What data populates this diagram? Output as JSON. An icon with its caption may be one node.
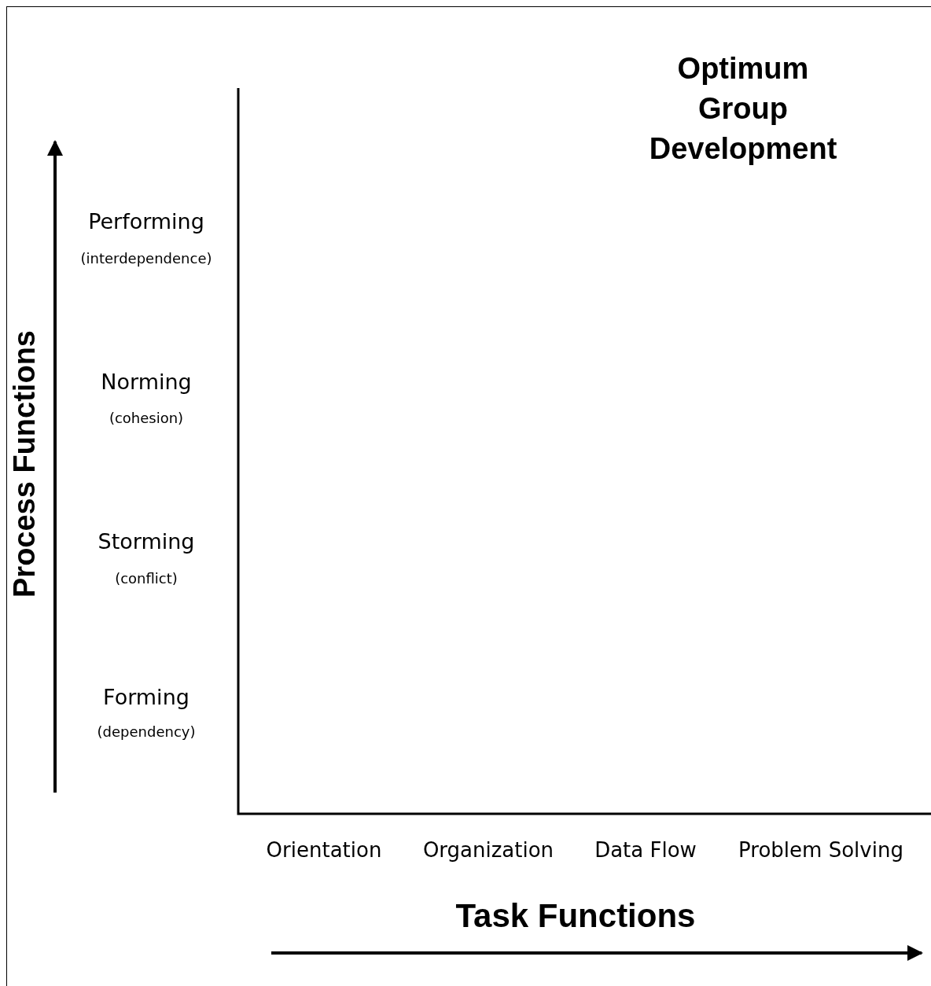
{
  "diagram": {
    "title": "Optimum Group Development",
    "labels": [
      "Process Functions",
      "Performing",
      "(interdependence)",
      "Norming",
      "(cohesion)",
      "Storming",
      "(conflict)",
      "Forming",
      "(dependency)",
      "Orientation",
      "Organization",
      "Data Flow",
      "Problem Solving",
      "Task Functions"
    ]
  }
}
